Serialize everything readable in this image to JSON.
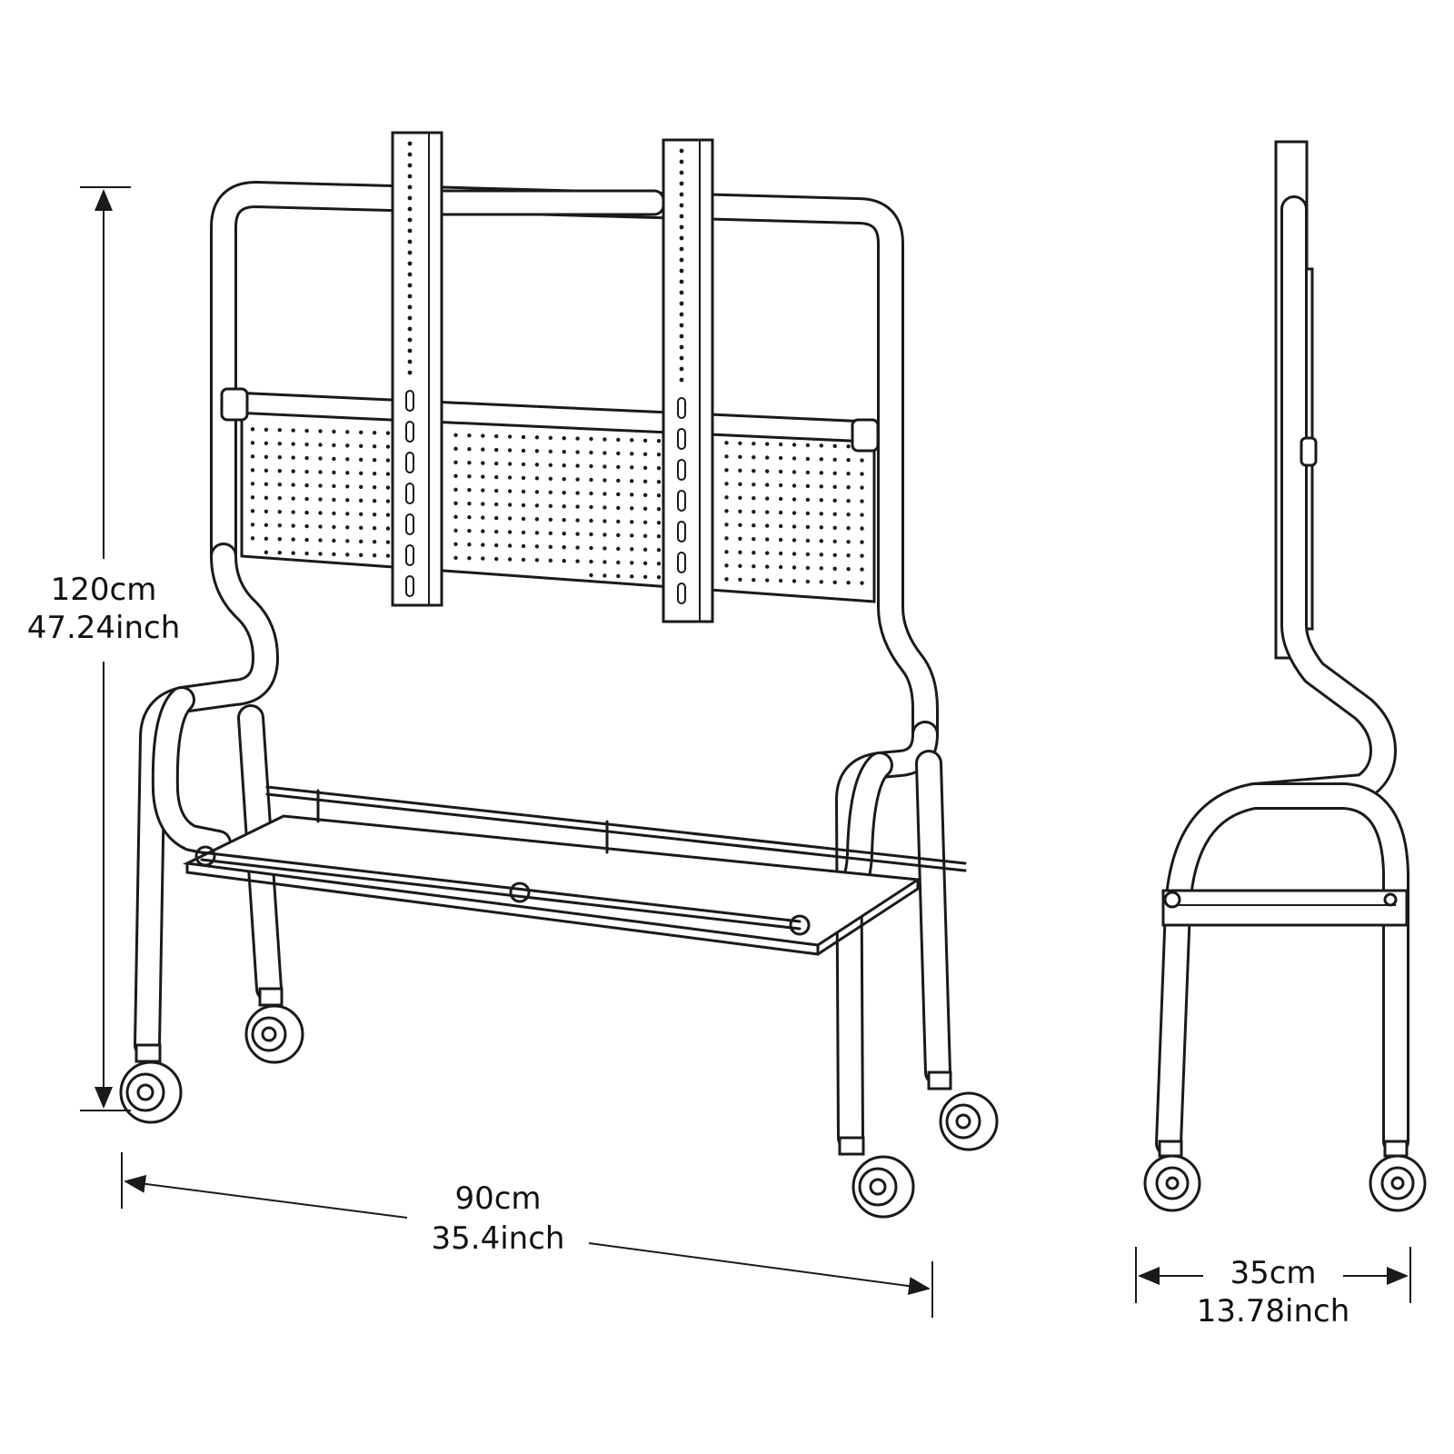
{
  "dimensions": {
    "height": {
      "metric": "120cm",
      "imperial": "47.24inch"
    },
    "width": {
      "metric": "90cm",
      "imperial": "35.4inch"
    },
    "depth": {
      "metric": "35cm",
      "imperial": "13.78inch"
    }
  },
  "colors": {
    "line": "#1a1a1a",
    "background": "#ffffff"
  }
}
